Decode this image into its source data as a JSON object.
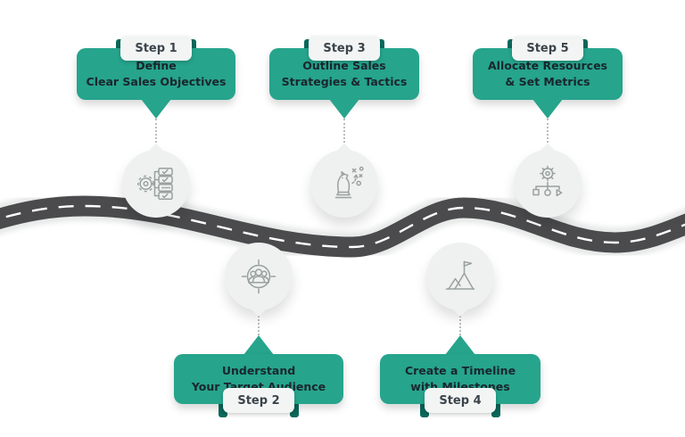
{
  "title": "5-step sales plan roadmap infographic",
  "colors": {
    "background": "#FFFFFF",
    "teal": "#26A48C",
    "dark_teal": "#0B6A5C",
    "badge_bg": "#F3F5F4",
    "title_text": "#1A262E",
    "step_label_text": "#3A444B",
    "road": "#4B4B4D",
    "road_dash": "#FFFFFF",
    "circle_bg": "#EEF1F0",
    "icon_stroke": "#99A19E",
    "connector": "#B9BEBC"
  },
  "steps": [
    {
      "label": "Step 1",
      "title_line1": "Define",
      "title_line2": "Clear Sales Objectives",
      "icon": "objectives-checklist-icon",
      "position": "top"
    },
    {
      "label": "Step 2",
      "title_line1": "Understand",
      "title_line2": "Your Target Audience",
      "icon": "target-audience-icon",
      "position": "bottom"
    },
    {
      "label": "Step 3",
      "title_line1": "Outline Sales",
      "title_line2": "Strategies & Tactics",
      "icon": "chess-knight-strategy-icon",
      "position": "top"
    },
    {
      "label": "Step 4",
      "title_line1": "Create a Timeline",
      "title_line2": "with Milestones",
      "icon": "mountain-flag-milestone-icon",
      "position": "bottom"
    },
    {
      "label": "Step 5",
      "title_line1": "Allocate Resources",
      "title_line2": "& Set Metrics",
      "icon": "gear-resources-icon",
      "position": "top"
    }
  ]
}
